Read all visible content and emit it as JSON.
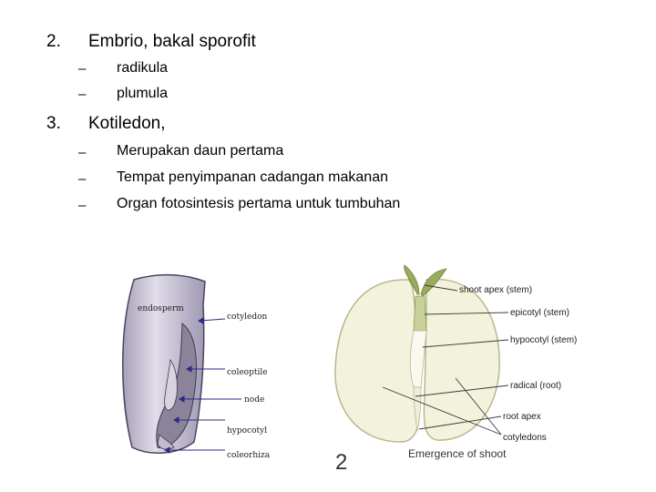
{
  "list": [
    {
      "number": "2.",
      "heading": "Embrio, bakal sporofit",
      "items": [
        "radikula",
        "plumula"
      ]
    },
    {
      "number": "3.",
      "heading": "Kotiledon,",
      "items": [
        "Merupakan daun pertama",
        "Tempat penyimpanan cadangan makanan",
        "Organ fotosintesis pertama untuk tumbuhan"
      ]
    }
  ],
  "dash_glyph": "–",
  "figure_left": {
    "labels": [
      "endosperm",
      "cotyledon",
      "coleoptile",
      "node",
      "hypocotyl",
      "coleorhiza"
    ]
  },
  "figure_right": {
    "labels": [
      "shoot apex (stem)",
      "epicotyl (stem)",
      "hypocotyl (stem)",
      "radical (root)",
      "root apex",
      "cotyledons"
    ],
    "number": "2",
    "caption": "Emergence of shoot"
  },
  "colors": {
    "seed_fill": "#c9c3d4",
    "seed_dark": "#6e6880",
    "arrow": "#2a2a8a",
    "bean_fill": "#f3f2dc",
    "bean_stroke": "#b9b78f",
    "shoot": "#9aab5c"
  }
}
